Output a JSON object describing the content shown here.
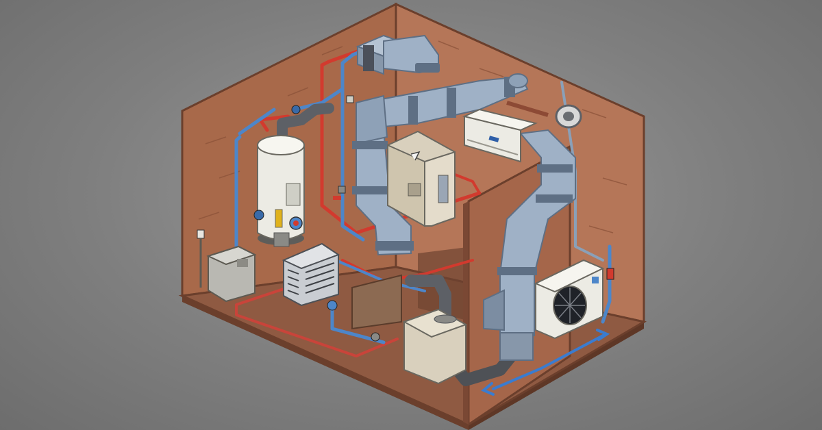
{
  "scene": {
    "colors": {
      "background": "#808080",
      "wall_left": "#a8694a",
      "wall_back": "#b57658",
      "wall_right": "#a5664a",
      "floor": "#8f5a42",
      "wall_edge": "#6b3f2c",
      "duct": "#9fb1c6",
      "duct_dark": "#5e6f84",
      "hot_pipe": "#d23a2e",
      "cold_pipe": "#4d86c9",
      "drain_pipe": "#5d6066",
      "appliance_white": "#ecebe4",
      "appliance_beige": "#d9d0bd",
      "flow_arrow": "#3a7cd0"
    },
    "components": [
      {
        "id": "water-heater",
        "icon": "water-heater-tank"
      },
      {
        "id": "boiler-cabinet",
        "icon": "furnace-cabinet"
      },
      {
        "id": "condenser-unit",
        "icon": "condenser-fan-unit"
      },
      {
        "id": "mini-split-indoor",
        "icon": "wall-ac-unit"
      },
      {
        "id": "mini-split-outdoor",
        "icon": "outdoor-fan-unit"
      },
      {
        "id": "sump-box",
        "icon": "sump-tank"
      },
      {
        "id": "electrical-panel",
        "icon": "electrical-box"
      },
      {
        "id": "ductwork",
        "icon": "hvac-duct"
      },
      {
        "id": "wall-vent",
        "icon": "round-vent"
      }
    ]
  }
}
